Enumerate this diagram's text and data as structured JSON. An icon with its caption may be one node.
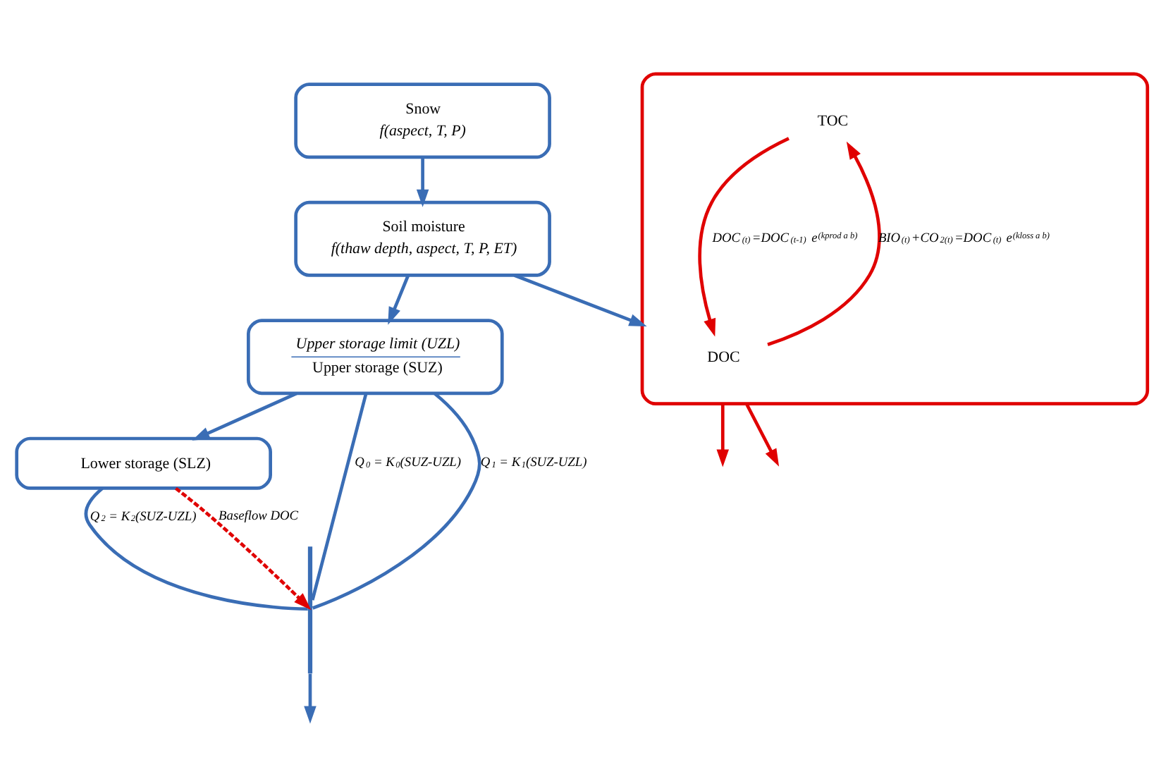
{
  "diagram": {
    "nodes": [
      {
        "text": [
          "Snow",
          "f(aspect, T, P)"
        ]
      },
      {
        "text": [
          "Soil moisture",
          "f(thaw depth, aspect, T, P, ET)"
        ]
      },
      {
        "text": [
          "Upper storage limit (UZL)",
          "Upper storage (SUZ)"
        ]
      },
      {
        "text": [
          "Lower storage (SLZ)"
        ]
      },
      {
        "text": [],
        "shape": "box"
      },
      {
        "text": [
          "TOC"
        ],
        "in": 4
      },
      {
        "text": [
          "DOC"
        ],
        "in": 4
      },
      {
        "text": [],
        "shape": "bar"
      }
    ],
    "edges": [
      {
        "from": 0,
        "to": 1,
        "arrow": "to"
      },
      {
        "from": 1,
        "to": 2,
        "arrow": "to"
      },
      {
        "from": 2,
        "to": 3,
        "arrow": "to"
      },
      {
        "from": 1,
        "to": 4,
        "arrow": "to"
      },
      {
        "from": 6,
        "to": 5,
        "arrow": "to",
        "label": "BIO$_{(t)}$+CO$_{2(t)}$=DOC$_{(t)}$ e$^{(kloss a b)}$",
        "color": "#e00000"
      },
      {
        "from": 5,
        "to": 6,
        "arrow": "to",
        "label": "DOC$_{(t)}$=DOC$_{(t-1)}$ e$^{(kprod a b)}$",
        "color": "#e00000"
      },
      {
        "from": 4,
        "to": null,
        "arrow": "to",
        "color": "#e00000"
      },
      {
        "from": 4,
        "to": null,
        "arrow": "to",
        "color": "#e00000"
      },
      {
        "from": 2,
        "to": 7,
        "arrow": "none",
        "label": "Q$_{0}$ = K$_{0}$(SUZ-UZL)"
      },
      {
        "from": 2,
        "to": 7,
        "arrow": "none",
        "label": "Q$_{1}$ = K$_{1}$(SUZ-UZL)"
      },
      {
        "from": 3,
        "to": 7,
        "arrow": "none",
        "label": "Q$_{2}$ = K$_{2}$(SUZ-UZL)"
      },
      {
        "from": 3,
        "to": 7,
        "arrow": "to",
        "label": "Baseflow DOC",
        "style": "dashed",
        "color": "#e00000"
      },
      {
        "from": 7,
        "to": null,
        "arrow": "to"
      }
    ]
  }
}
